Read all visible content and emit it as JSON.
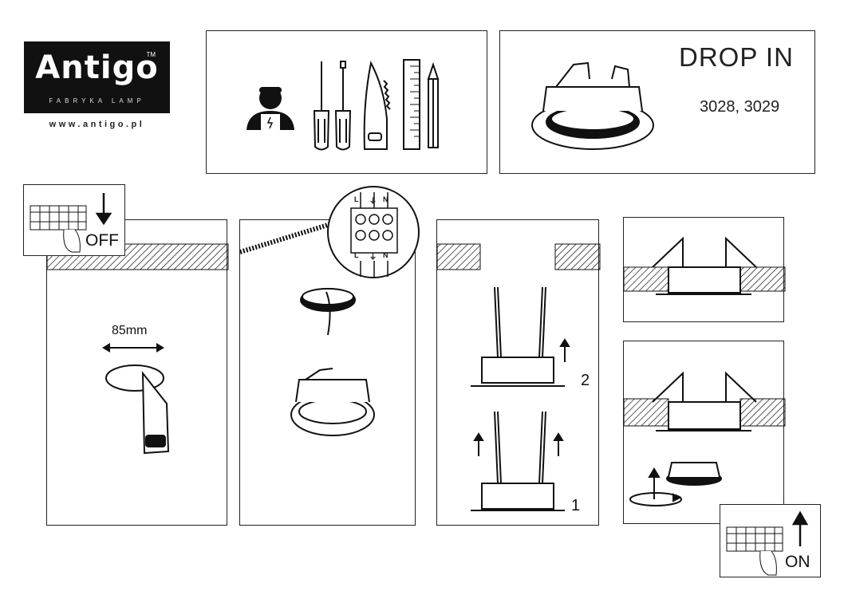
{
  "brand": {
    "name": "Antigo",
    "trademark": "TM",
    "tagline": "FABRYKA LAMP",
    "website": "www.antigo.pl"
  },
  "header": {
    "title": "DROP IN",
    "model_codes": "3028, 3029"
  },
  "steps": {
    "power_off_label": "OFF",
    "cut_diameter": "85mm",
    "terminal_labels": [
      "L",
      "⏚",
      "N"
    ],
    "spring_step_1": "1",
    "spring_step_2": "2",
    "power_on_label": "ON"
  },
  "colors": {
    "ink": "#111111",
    "paper": "#ffffff"
  },
  "icons": [
    "worker-icon",
    "phillips-screwdriver-icon",
    "flat-screwdriver-icon",
    "saw-icon",
    "ruler-icon",
    "pencil-icon",
    "circuit-breaker-icon",
    "arrow-down-icon",
    "arrow-up-icon",
    "rotate-icon"
  ]
}
